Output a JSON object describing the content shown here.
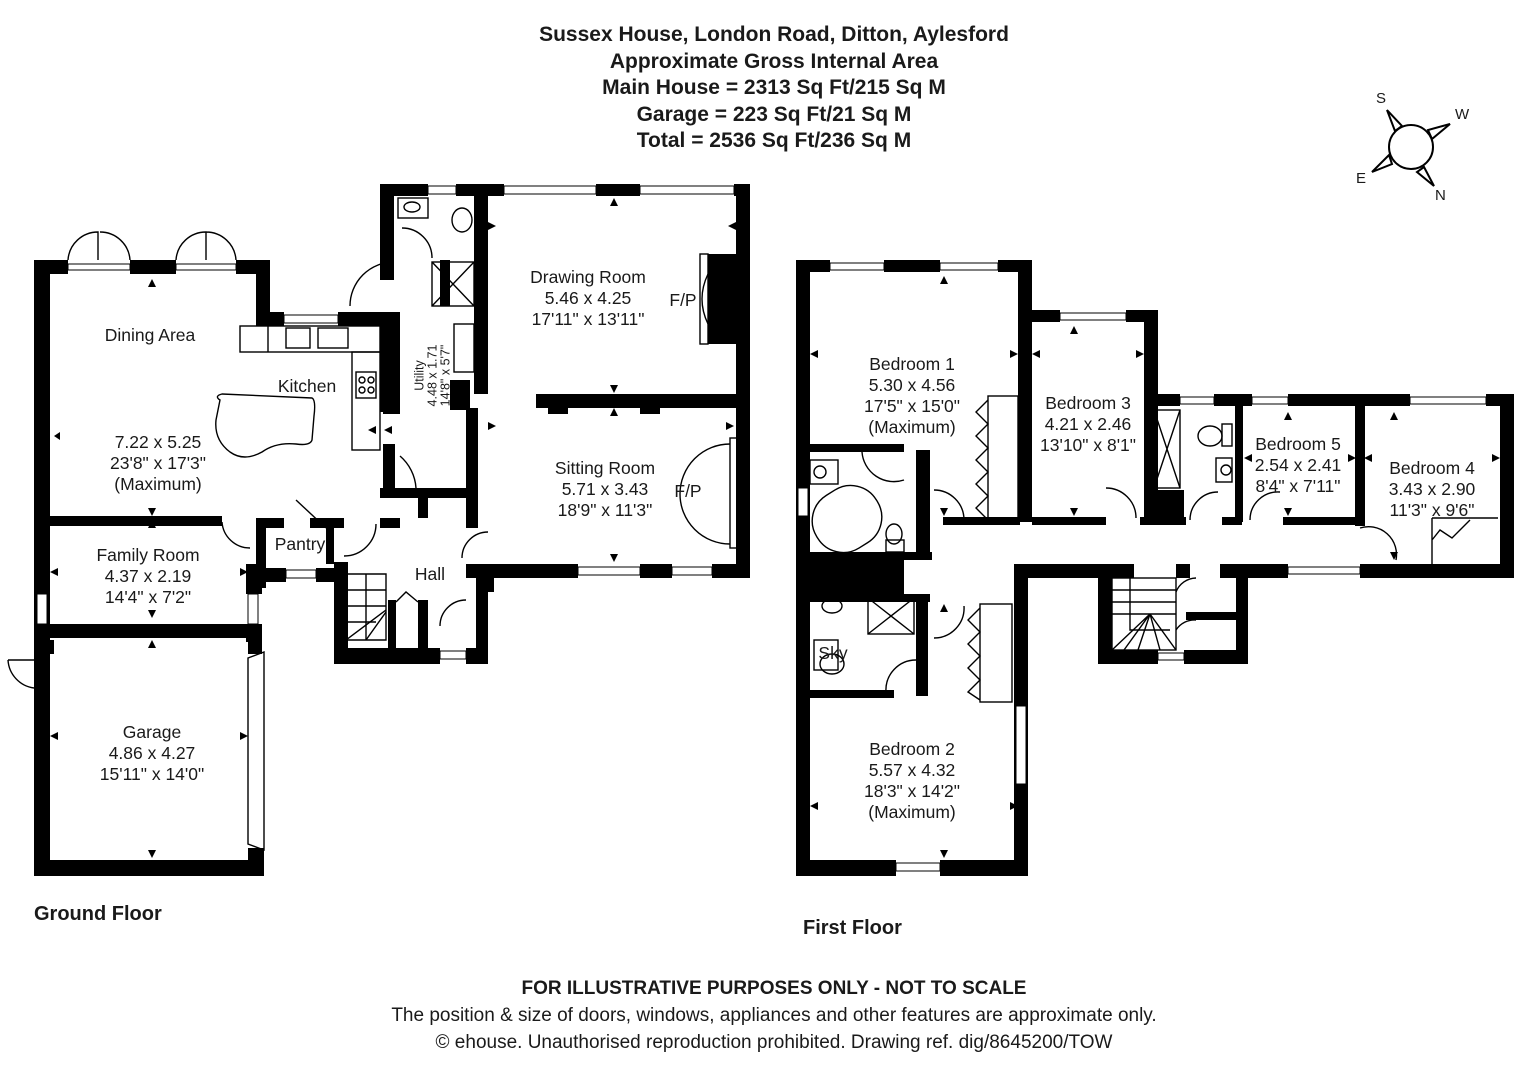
{
  "header": {
    "address": "Sussex House, London Road, Ditton, Aylesford",
    "subtitle": "Approximate Gross Internal Area",
    "main_house": "Main House = 2313 Sq Ft/215 Sq M",
    "garage": "Garage = 223 Sq Ft/21 Sq M",
    "total": "Total = 2536 Sq Ft/236 Sq M"
  },
  "compass": {
    "icon": "compass-icon",
    "n": "N",
    "s": "S",
    "e": "E",
    "w": "W"
  },
  "ground_floor": {
    "label": "Ground Floor",
    "rooms": {
      "dining": {
        "name": "Dining Area"
      },
      "kitchen": {
        "name": "Kitchen",
        "metric": "7.22 x 5.25",
        "imperial": "23'8\" x 17'3\"",
        "note": "(Maximum)"
      },
      "utility": {
        "name": "Utility",
        "metric": "4.48 x 1.71",
        "imperial": "14'8\" x 5'7\""
      },
      "drawing": {
        "name": "Drawing Room",
        "metric": "5.46 x 4.25",
        "imperial": "17'11\" x 13'11\"",
        "fp": "F/P"
      },
      "sitting": {
        "name": "Sitting Room",
        "metric": "5.71 x 3.43",
        "imperial": "18'9\" x 11'3\"",
        "fp": "F/P"
      },
      "family": {
        "name": "Family Room",
        "metric": "4.37 x 2.19",
        "imperial": "14'4\" x 7'2\""
      },
      "pantry": {
        "name": "Pantry"
      },
      "hall": {
        "name": "Hall"
      },
      "garage": {
        "name": "Garage",
        "metric": "4.86 x 4.27",
        "imperial": "15'11\" x 14'0\""
      }
    }
  },
  "first_floor": {
    "label": "First Floor",
    "rooms": {
      "bed1": {
        "name": "Bedroom 1",
        "metric": "5.30 x 4.56",
        "imperial": "17'5\" x 15'0\"",
        "note": "(Maximum)"
      },
      "bed2": {
        "name": "Bedroom 2",
        "metric": "5.57 x 4.32",
        "imperial": "18'3\" x 14'2\"",
        "note": "(Maximum)"
      },
      "bed3": {
        "name": "Bedroom 3",
        "metric": "4.21 x 2.46",
        "imperial": "13'10\" x 8'1\""
      },
      "bed4": {
        "name": "Bedroom 4",
        "metric": "3.43 x 2.90",
        "imperial": "11'3\" x 9'6\""
      },
      "bed5": {
        "name": "Bedroom 5",
        "metric": "2.54 x 2.41",
        "imperial": "8'4\" x 7'11\""
      },
      "sky": {
        "name": "Sky"
      }
    }
  },
  "footer": {
    "disclaimer": "FOR ILLUSTRATIVE PURPOSES ONLY - NOT TO SCALE",
    "note": "The position & size of doors, windows, appliances and other features are approximate only.",
    "copyright": "© ehouse. Unauthorised reproduction prohibited. Drawing ref. dig/8645200/TOW"
  }
}
